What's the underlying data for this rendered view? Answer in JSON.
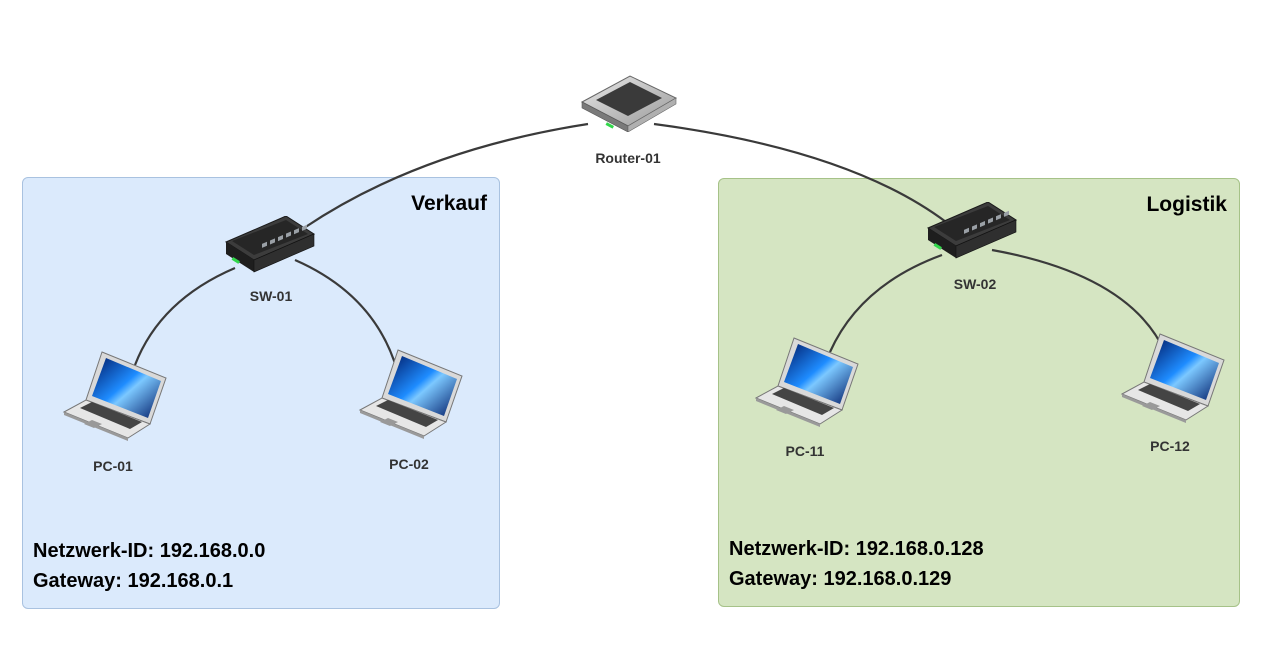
{
  "router": {
    "label": "Router-01",
    "icon": "router-icon"
  },
  "zones": {
    "verkauf": {
      "title": "Verkauf",
      "color": "#dbeafc",
      "network_id_label": "Netzwerk-ID: 192.168.0.0",
      "gateway_label": "Gateway: 192.168.0.1",
      "switch": {
        "label": "SW-01",
        "icon": "switch-icon"
      },
      "pcs": [
        {
          "label": "PC-01",
          "icon": "laptop-icon"
        },
        {
          "label": "PC-02",
          "icon": "laptop-icon"
        }
      ]
    },
    "logistik": {
      "title": "Logistik",
      "color": "#d5e5c2",
      "network_id_label": "Netzwerk-ID: 192.168.0.128",
      "gateway_label": "Gateway: 192.168.0.129",
      "switch": {
        "label": "SW-02",
        "icon": "switch-icon"
      },
      "pcs": [
        {
          "label": "PC-11",
          "icon": "laptop-icon"
        },
        {
          "label": "PC-12",
          "icon": "laptop-icon"
        }
      ]
    }
  }
}
